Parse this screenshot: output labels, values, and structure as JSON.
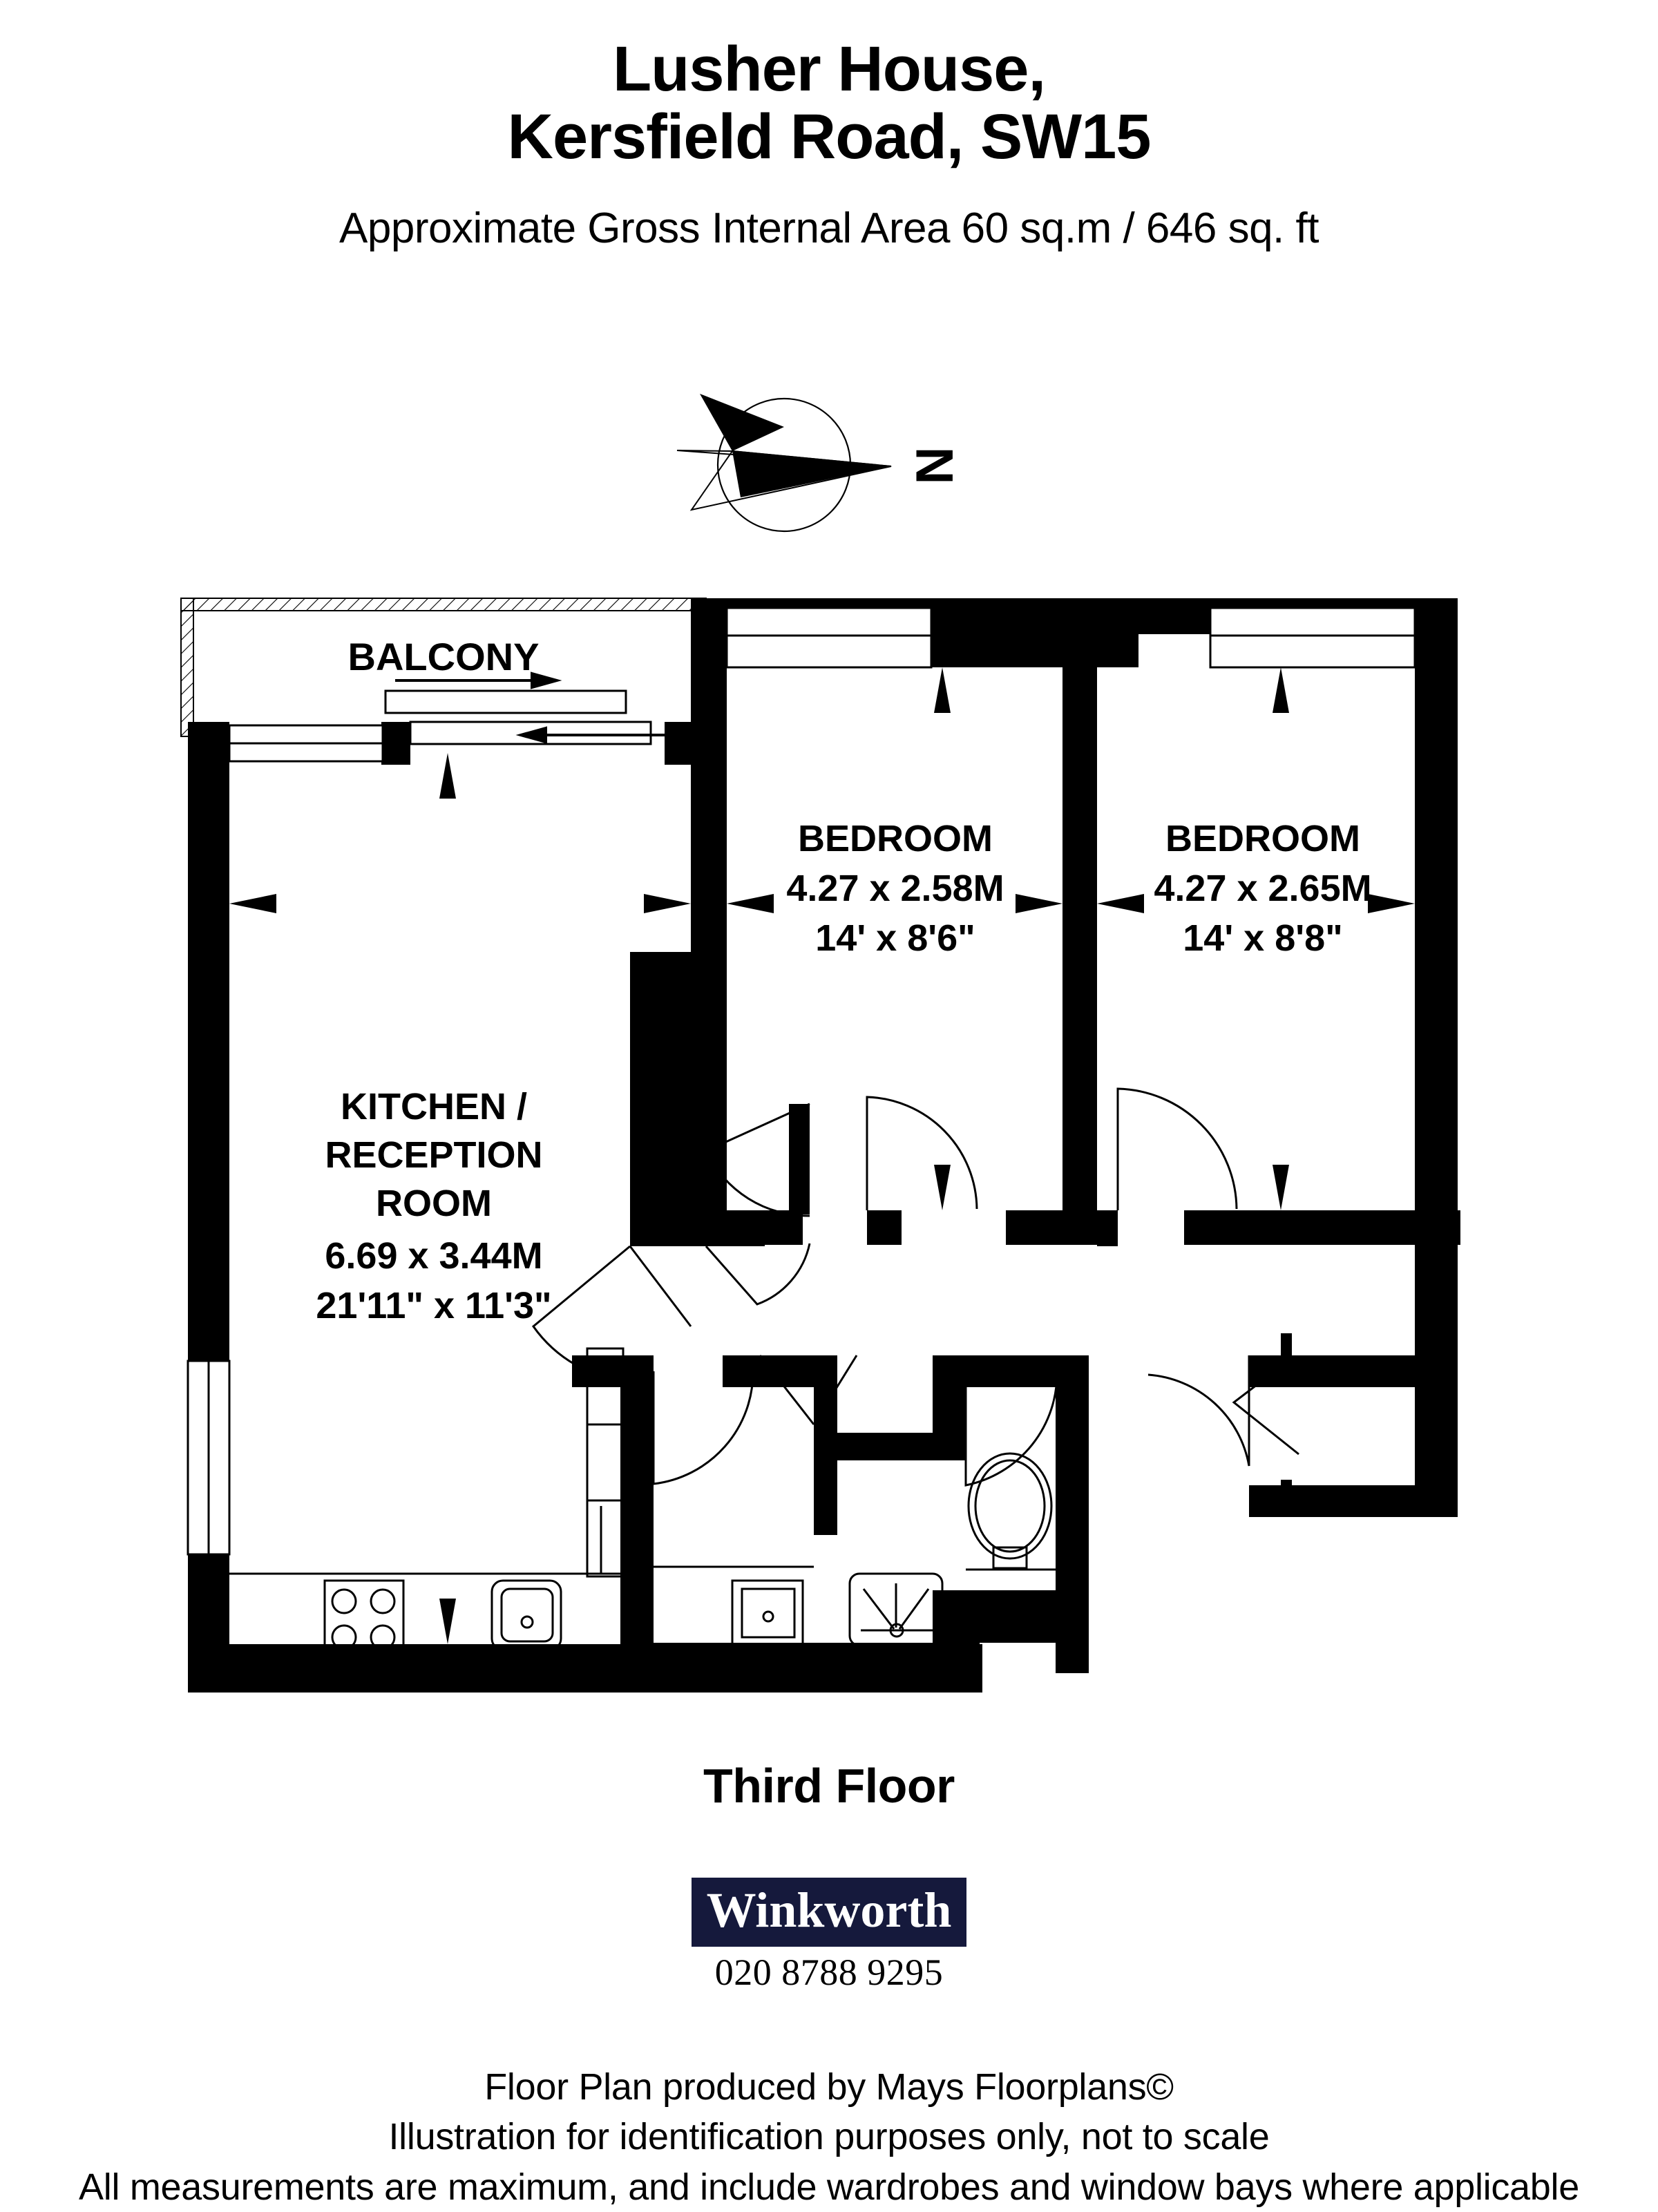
{
  "header": {
    "title_line1": "Lusher House,",
    "title_line2": "Kersfield Road, SW15",
    "subtitle": "Approximate Gross Internal Area 60 sq.m  /  646 sq. ft"
  },
  "compass": {
    "label": "N"
  },
  "plan": {
    "rooms": [
      {
        "id": "balcony",
        "name": "BALCONY",
        "label": "BALCONY",
        "metric": "",
        "imperial": ""
      },
      {
        "id": "kitchen-reception",
        "name": "KITCHEN / RECEPTION ROOM",
        "label_line1": "KITCHEN /",
        "label_line2": "RECEPTION",
        "label_line3": "ROOM",
        "metric": "6.69 x 3.44M",
        "imperial": "21'11\" x 11'3\""
      },
      {
        "id": "bedroom-1",
        "name": "BEDROOM",
        "label": "BEDROOM",
        "metric": "4.27 x 2.58M",
        "imperial": "14' x 8'6\""
      },
      {
        "id": "bedroom-2",
        "name": "BEDROOM",
        "label": "BEDROOM",
        "metric": "4.27 x 2.65M",
        "imperial": "14' x 8'8\""
      }
    ],
    "fixtures": [
      "hob-icon",
      "sink-icon",
      "toilet-icon",
      "shower-icon",
      "basin-icon"
    ],
    "colors": {
      "wall": "#000000",
      "background": "#ffffff",
      "line": "#000000"
    }
  },
  "floor_caption": "Third Floor",
  "logo": {
    "brand": "Winkworth",
    "phone": "020 8788 9295",
    "brand_bg": "#15193c",
    "brand_fg": "#ffffff"
  },
  "footer": {
    "line1": "Floor Plan produced by Mays Floorplans©",
    "line2": "Illustration for identification purposes only, not to scale",
    "line3": "All measurements are maximum, and include wardrobes and window bays where applicable"
  }
}
